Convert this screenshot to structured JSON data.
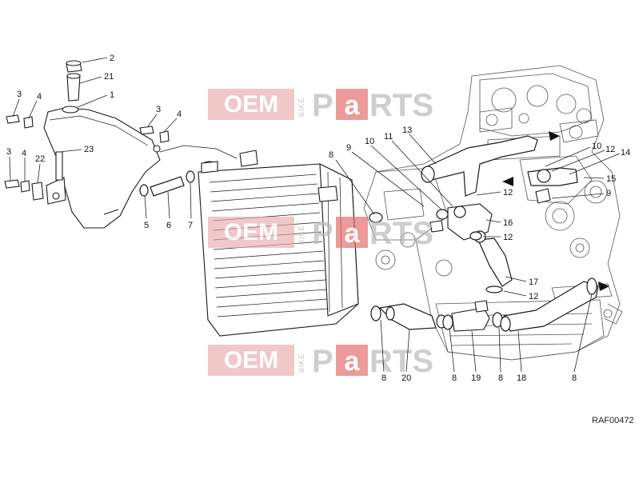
{
  "watermark": {
    "left_text": "OEM",
    "vertical_text": "BIKE",
    "right_text_p": "P",
    "right_text_a": "a",
    "right_text_rts": "RTS"
  },
  "reference_code": "RAF00472",
  "callouts": [
    {
      "id": "c2",
      "label": "2"
    },
    {
      "id": "c21",
      "label": "21"
    },
    {
      "id": "c1",
      "label": "1"
    },
    {
      "id": "c3a",
      "label": "3"
    },
    {
      "id": "c4a",
      "label": "4"
    },
    {
      "id": "c3b",
      "label": "3"
    },
    {
      "id": "c4b",
      "label": "4"
    },
    {
      "id": "c3c",
      "label": "3"
    },
    {
      "id": "c4c",
      "label": "4"
    },
    {
      "id": "c22",
      "label": "22"
    },
    {
      "id": "c23",
      "label": "23"
    },
    {
      "id": "c5",
      "label": "5"
    },
    {
      "id": "c6",
      "label": "6"
    },
    {
      "id": "c7",
      "label": "7"
    },
    {
      "id": "c8a",
      "label": "8"
    },
    {
      "id": "c9a",
      "label": "9"
    },
    {
      "id": "c10a",
      "label": "10"
    },
    {
      "id": "c11",
      "label": "11"
    },
    {
      "id": "c13",
      "label": "13"
    },
    {
      "id": "c10b",
      "label": "10"
    },
    {
      "id": "c12a",
      "label": "12"
    },
    {
      "id": "c14",
      "label": "14"
    },
    {
      "id": "c15",
      "label": "15"
    },
    {
      "id": "c12b",
      "label": "12"
    },
    {
      "id": "c9b",
      "label": "9"
    },
    {
      "id": "c16",
      "label": "16"
    },
    {
      "id": "c12c",
      "label": "12"
    },
    {
      "id": "c17",
      "label": "17"
    },
    {
      "id": "c12d",
      "label": "12"
    },
    {
      "id": "c8b",
      "label": "8"
    },
    {
      "id": "c20",
      "label": "20"
    },
    {
      "id": "c8c",
      "label": "8"
    },
    {
      "id": "c19",
      "label": "19"
    },
    {
      "id": "c8d",
      "label": "8"
    },
    {
      "id": "c18",
      "label": "18"
    },
    {
      "id": "c8e",
      "label": "8"
    }
  ]
}
